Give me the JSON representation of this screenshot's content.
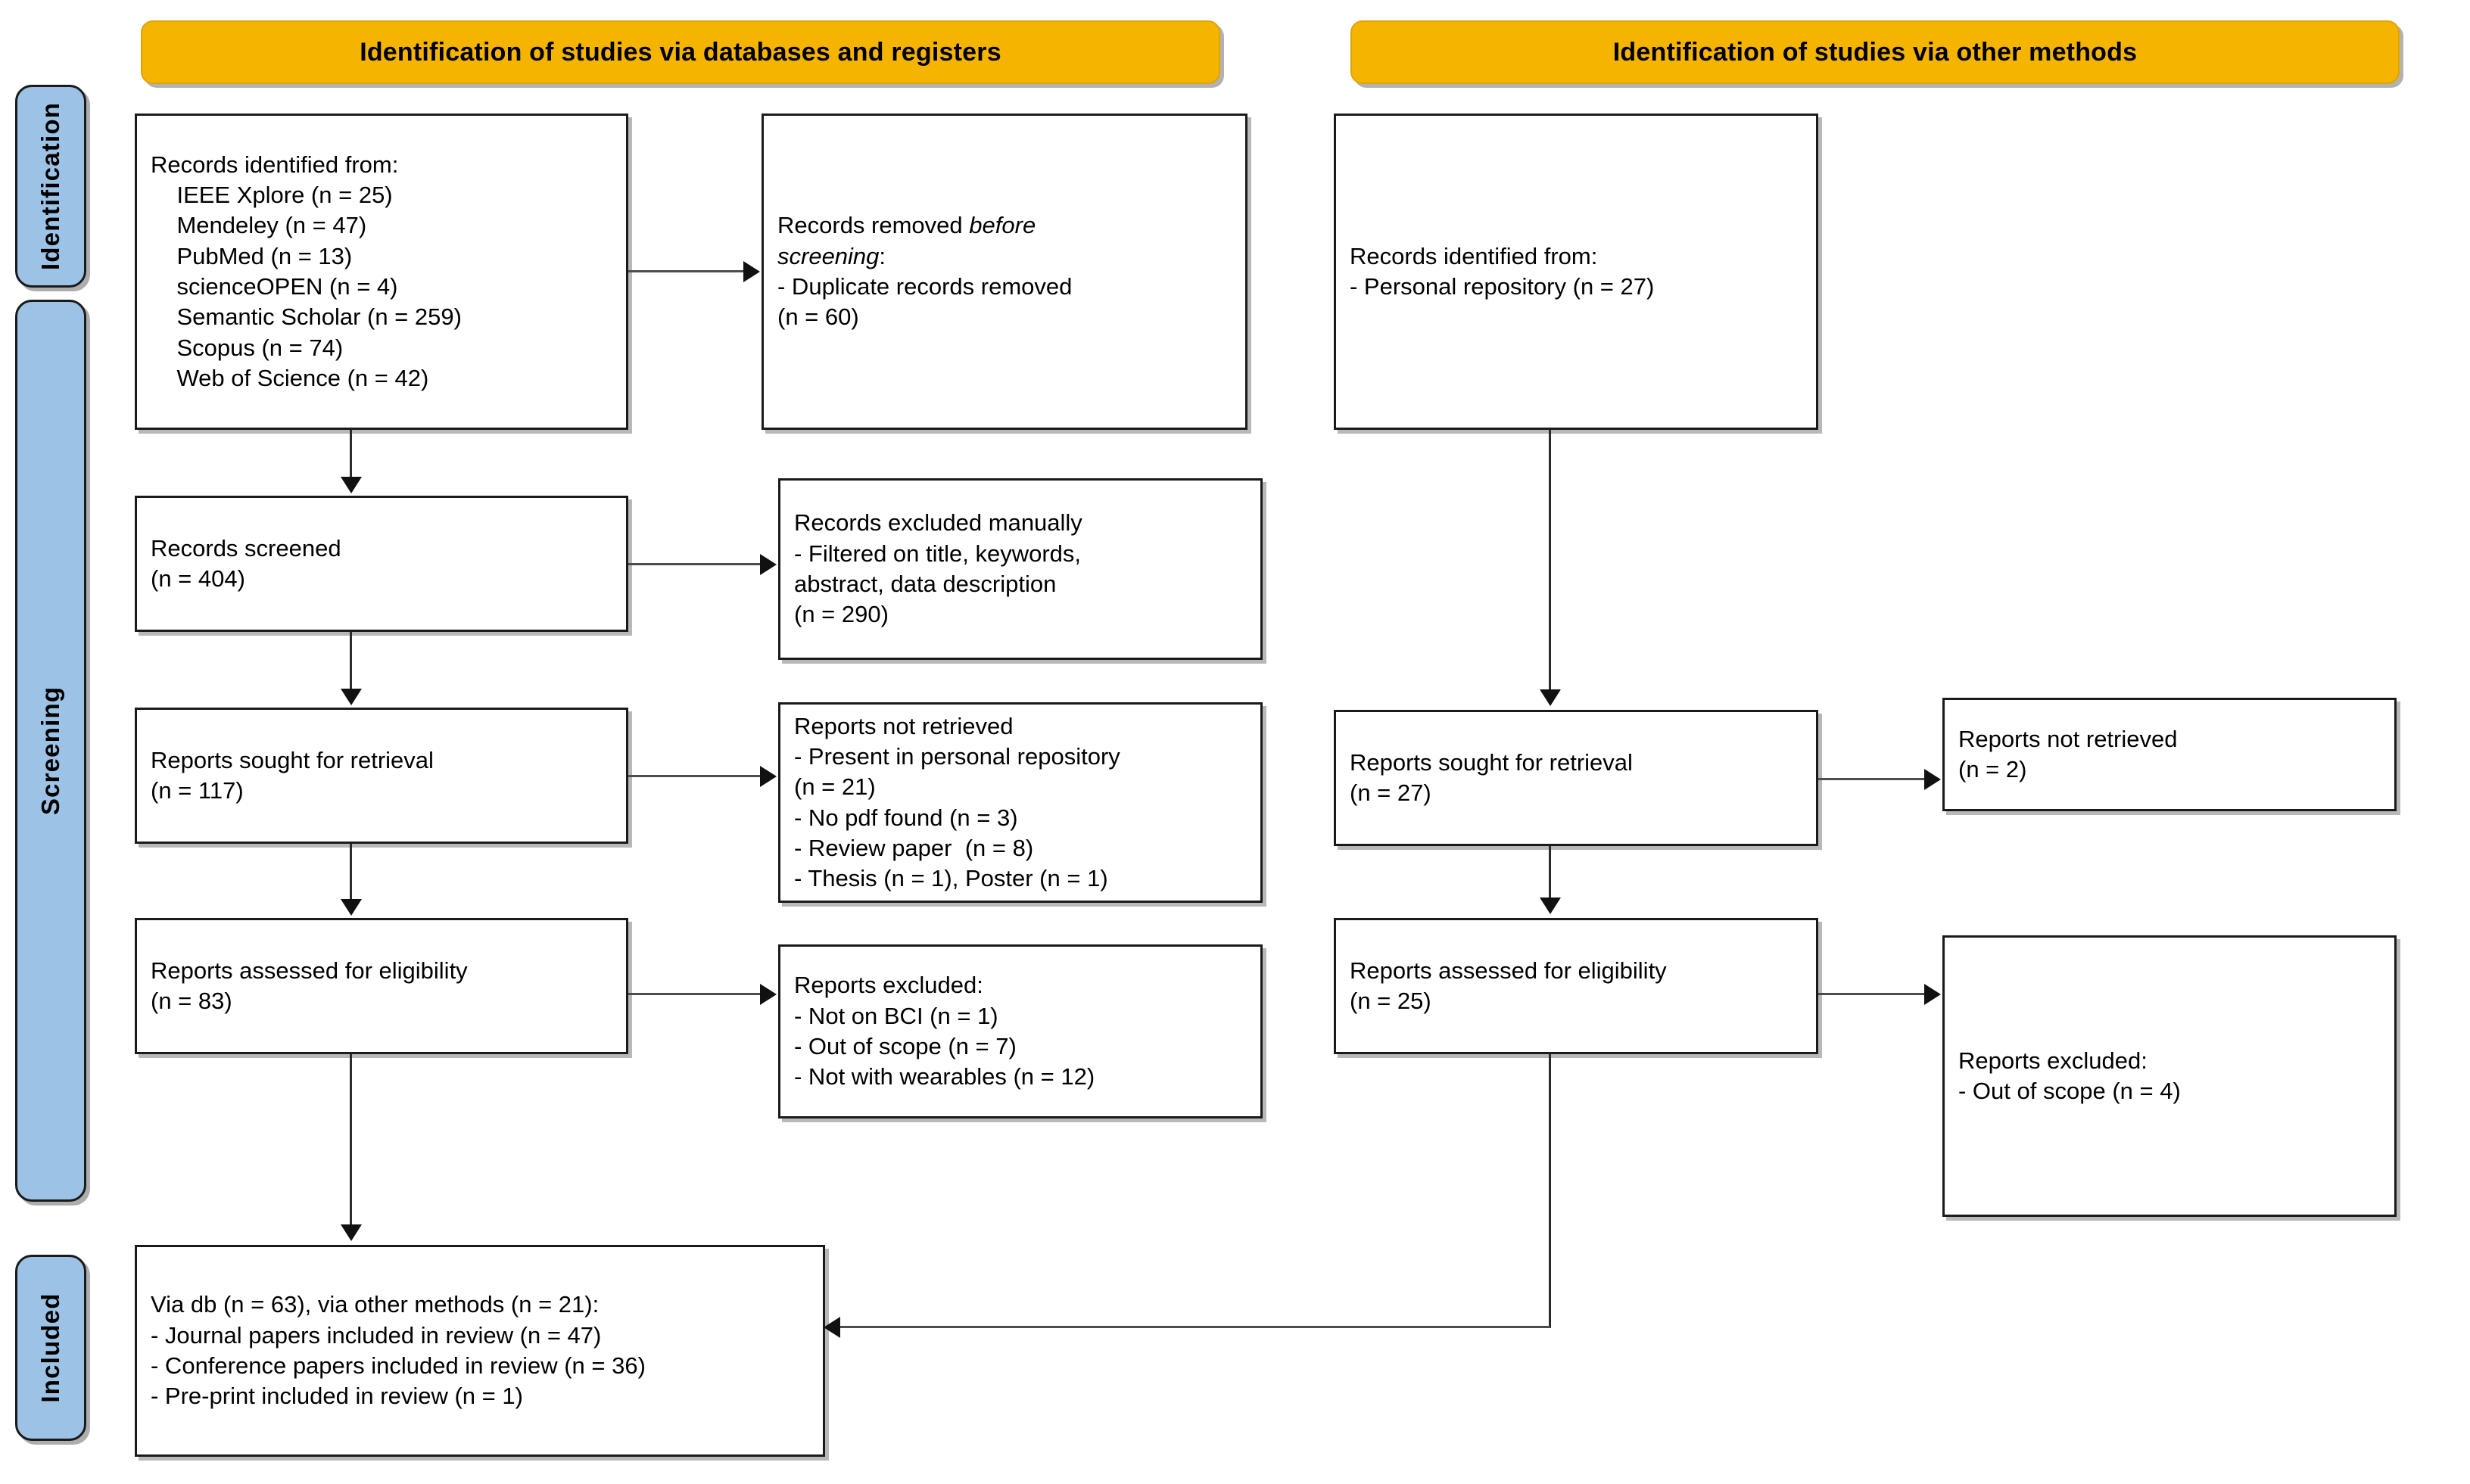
{
  "diagram": {
    "type": "prisma-flow-diagram",
    "banners": [
      {
        "id": "databases",
        "label": "Identification of studies via databases and registers"
      },
      {
        "id": "other",
        "label": "Identification of studies via other methods"
      }
    ],
    "stages": [
      {
        "id": "identification",
        "label": "Identification"
      },
      {
        "id": "screening",
        "label": "Screening"
      },
      {
        "id": "included",
        "label": "Included"
      }
    ],
    "accent_colors": {
      "banner_fill": "#F5B400",
      "stage_fill": "#9CC3E5",
      "box_border": "#1A1A1A",
      "connector": "#4d4d4d"
    },
    "boxes": {
      "db_identified": {
        "title": "Records identified from:",
        "lines": [
          "IEEE Xplore (n = 25)",
          "Mendeley (n = 47)",
          "PubMed (n = 13)",
          "scienceOPEN (n = 4)",
          "Semantic Scholar (n = 259)",
          "Scopus (n = 74)",
          "Web of Science (n = 42)"
        ],
        "text": "Records identified from:\n    IEEE Xplore (n = 25)\n    Mendeley (n = 47)\n    PubMed (n = 13)\n    scienceOPEN (n = 4)\n    Semantic Scholar (n = 259)\n    Scopus (n = 74)\n    Web of Science (n = 42)"
      },
      "db_removed_before_screening": {
        "line1": "Records removed ",
        "line1_em": "before",
        "line2_em": "screening",
        "line2_rest": ":",
        "line3": "- Duplicate records removed",
        "line4": "(n = 60)"
      },
      "db_records_screened": {
        "text": "Records screened\n(n = 404)"
      },
      "db_records_excluded": {
        "text": "Records excluded manually\n- Filtered on title, keywords,\nabstract, data description\n(n = 290)"
      },
      "db_reports_sought": {
        "text": "Reports sought for retrieval\n(n = 117)"
      },
      "db_reports_not_retrieved": {
        "text": "Reports not retrieved\n- Present in personal repository\n(n = 21)\n- No pdf found (n = 3)\n- Review paper  (n = 8)\n- Thesis (n = 1), Poster (n = 1)"
      },
      "db_reports_assessed": {
        "text": "Reports assessed for eligibility\n(n = 83)"
      },
      "db_reports_excluded": {
        "text": "Reports excluded:\n- Not on BCI (n = 1)\n- Out of scope (n = 7)\n- Not with wearables (n = 12)"
      },
      "other_identified": {
        "text": "Records identified from:\n- Personal repository (n = 27)"
      },
      "other_reports_sought": {
        "text": "Reports sought for retrieval\n(n = 27)"
      },
      "other_reports_not_retrieved": {
        "text": "Reports not retrieved\n(n = 2)"
      },
      "other_reports_assessed": {
        "text": "Reports assessed for eligibility\n(n = 25)"
      },
      "other_reports_excluded": {
        "text": "Reports excluded:\n- Out of scope (n = 4)"
      },
      "included_total": {
        "text": "Via db (n = 63), via other methods (n = 21):\n- Journal papers included in review (n = 47)\n- Conference papers included in review (n = 36)\n- Pre-print included in review (n = 1)"
      }
    }
  }
}
